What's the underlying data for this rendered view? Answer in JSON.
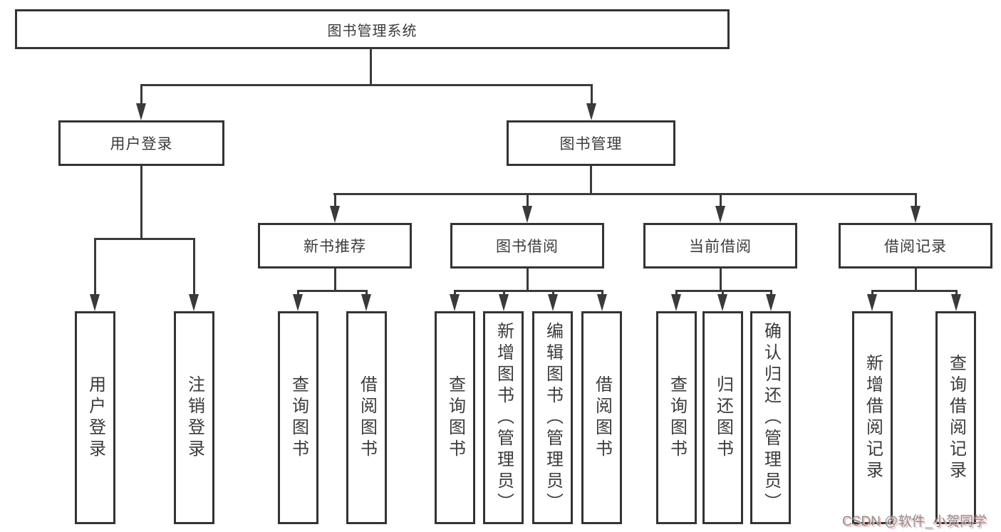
{
  "title": "图书管理系统",
  "watermark": "CSDN @软件_小贺同学",
  "colors": {
    "line": "#3a3a3a",
    "box_border": "#333333",
    "text": "#3b3b3b",
    "background": "#ffffff",
    "watermark_text": "#8f8f8f",
    "watermark_shadow": "#f2bcbc"
  },
  "tree": {
    "label": "图书管理系统",
    "children": [
      {
        "label": "用户登录",
        "children": [
          {
            "label": "用户登录"
          },
          {
            "label": "注销登录"
          }
        ]
      },
      {
        "label": "图书管理",
        "children": [
          {
            "label": "新书推荐",
            "children": [
              {
                "label": "查询图书"
              },
              {
                "label": "借阅图书"
              }
            ]
          },
          {
            "label": "图书借阅",
            "children": [
              {
                "label": "查询图书"
              },
              {
                "label": "新增图书（管理员）"
              },
              {
                "label": "编辑图书（管理员）"
              },
              {
                "label": "借阅图书"
              }
            ]
          },
          {
            "label": "当前借阅",
            "children": [
              {
                "label": "查询图书"
              },
              {
                "label": "归还图书"
              },
              {
                "label": "确认归还（管理员）"
              }
            ]
          },
          {
            "label": "借阅记录",
            "children": [
              {
                "label": "新增借阅记录"
              },
              {
                "label": "查询借阅记录"
              }
            ]
          }
        ]
      }
    ]
  }
}
